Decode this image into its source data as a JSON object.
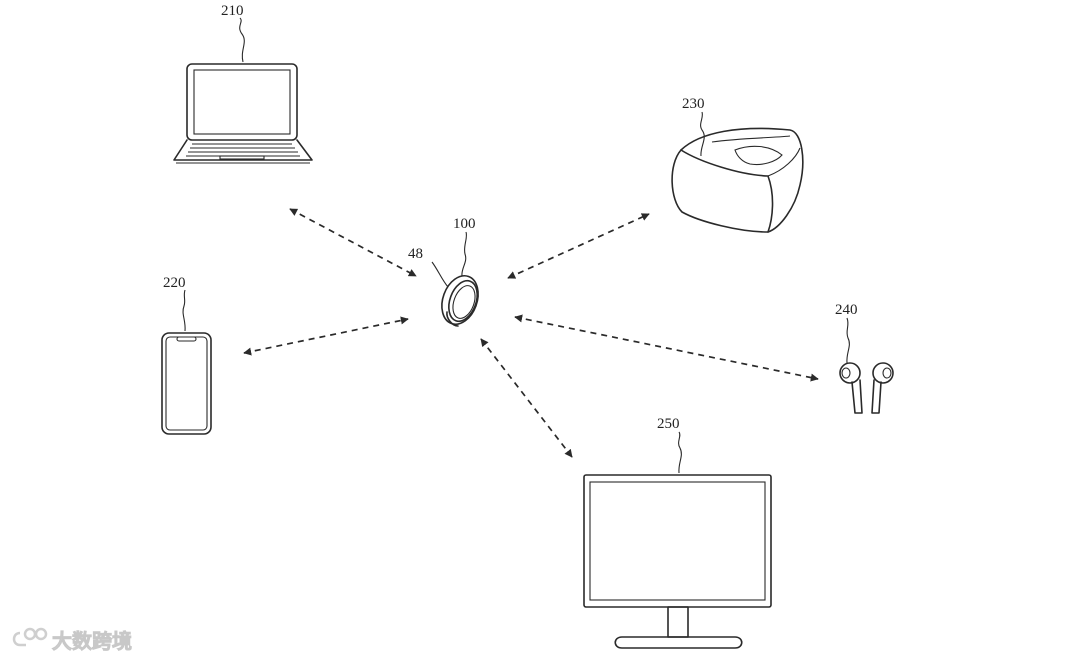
{
  "labels": {
    "laptop": "210",
    "phone": "220",
    "headset": "230",
    "earbuds": "240",
    "monitor": "250",
    "ring": "100",
    "ring_part": "48"
  },
  "watermark": "大数跨境"
}
